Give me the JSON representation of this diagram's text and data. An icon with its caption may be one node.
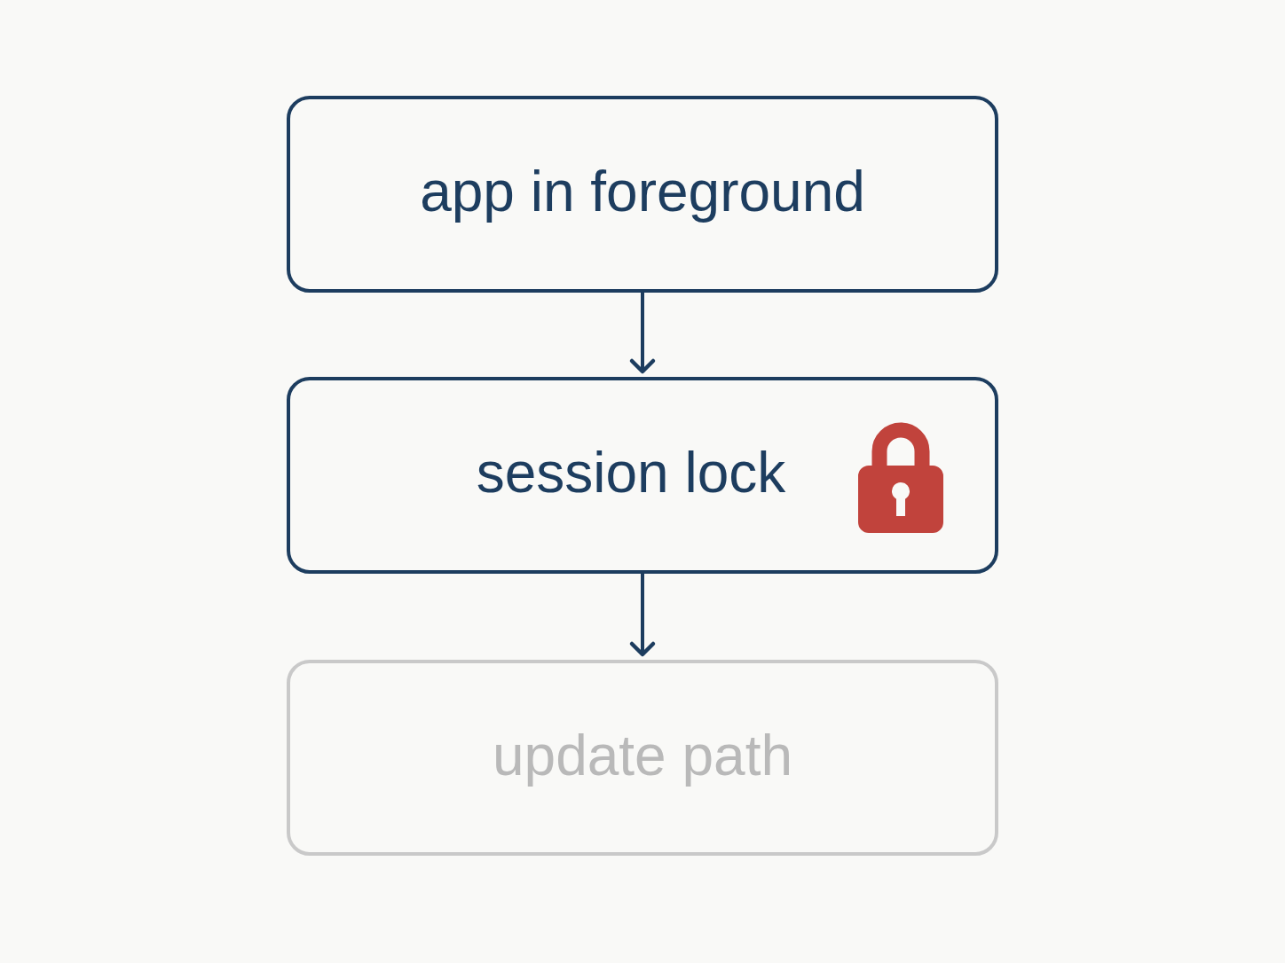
{
  "diagram": {
    "nodes": [
      {
        "text": [
          "app in foreground"
        ]
      },
      {
        "text": [
          "session lock"
        ]
      },
      {
        "text": [
          "update path"
        ]
      }
    ],
    "edges": [
      {
        "from": 0,
        "to": 1,
        "arrow": "to"
      },
      {
        "from": 1,
        "to": 2,
        "arrow": "to"
      }
    ]
  }
}
